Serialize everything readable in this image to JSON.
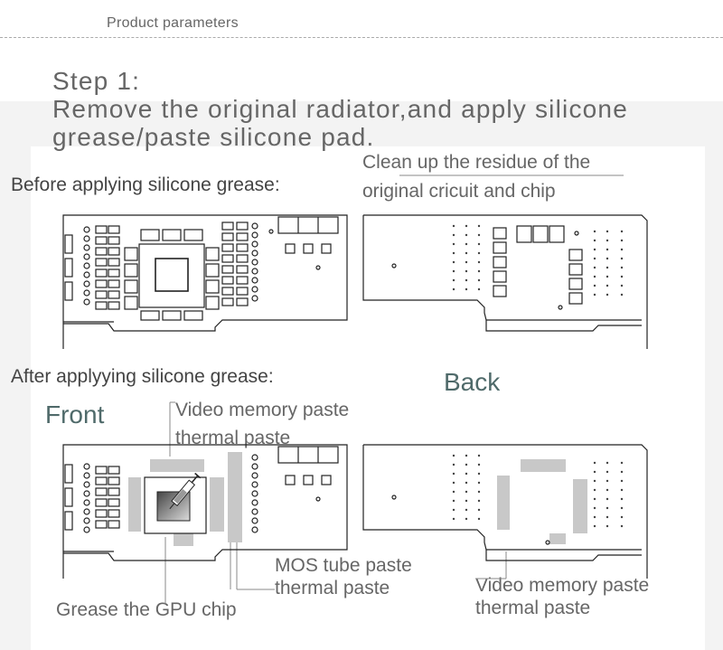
{
  "header": {
    "title": "Product parameters"
  },
  "step": {
    "title": "Step 1:",
    "line1": "Remove the original radiator,and apply silicone",
    "line2": "grease/paste silicone pad."
  },
  "labels": {
    "before": "Before applying silicone grease:",
    "cleanup_line1": "Clean up the residue of the",
    "cleanup_line2": "original cricuit and chip",
    "after": "After applyying silicone grease:",
    "front": "Front",
    "back": "Back",
    "video_front_line1": "Video memory paste",
    "video_front_line2": "thermal paste",
    "mos_line1": "MOS tube paste",
    "mos_line2": "thermal paste",
    "grease_gpu": "Grease the GPU chip",
    "video_back_line1": "Video memory paste",
    "video_back_line2": "thermal paste"
  },
  "colors": {
    "pad_gray": "#c8c8c8",
    "line": "#222222",
    "band": "#f3f3f3"
  }
}
